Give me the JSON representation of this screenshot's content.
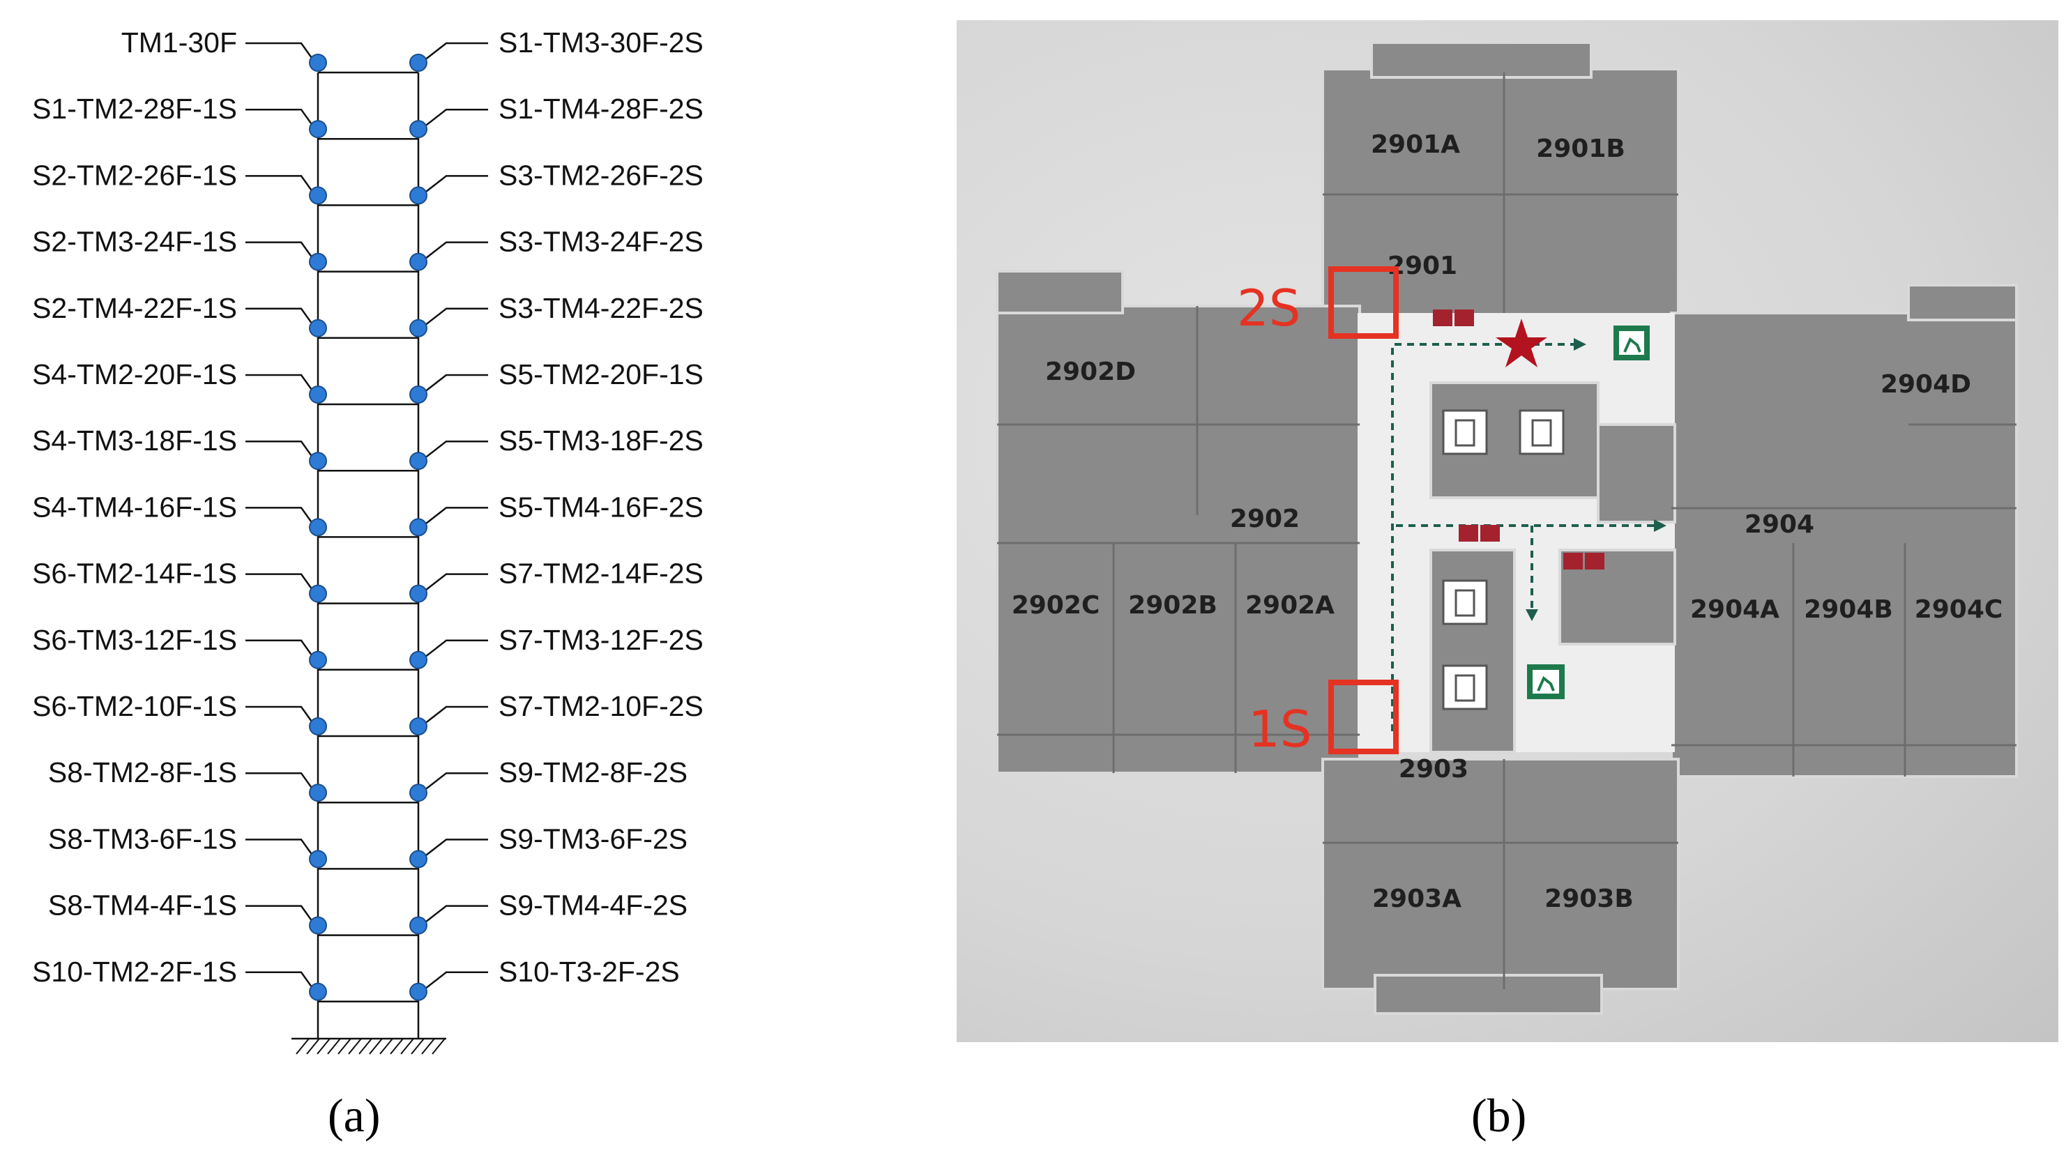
{
  "panel_a": {
    "left_labels": [
      "TM1-30F",
      "S1-TM2-28F-1S",
      "S2-TM2-26F-1S",
      "S2-TM3-24F-1S",
      "S2-TM4-22F-1S",
      "S4-TM2-20F-1S",
      "S4-TM3-18F-1S",
      "S4-TM4-16F-1S",
      "S6-TM2-14F-1S",
      "S6-TM3-12F-1S",
      "S6-TM2-10F-1S",
      "S8-TM2-8F-1S",
      "S8-TM3-6F-1S",
      "S8-TM4-4F-1S",
      "S10-TM2-2F-1S"
    ],
    "right_labels": [
      "S1-TM3-30F-2S",
      "S1-TM4-28F-2S",
      "S3-TM2-26F-2S",
      "S3-TM3-24F-2S",
      "S3-TM4-22F-2S",
      "S5-TM2-20F-1S",
      "S5-TM3-18F-2S",
      "S5-TM4-16F-2S",
      "S7-TM2-14F-2S",
      "S7-TM3-12F-2S",
      "S7-TM2-10F-2S",
      "S9-TM2-8F-2S",
      "S9-TM3-6F-2S",
      "S9-TM4-4F-2S",
      "S10-T3-2F-2S"
    ],
    "colors": {
      "sensor_dot": "#2e7bd6",
      "line": "#111111"
    },
    "caption": "(a)"
  },
  "panel_b": {
    "rooms": [
      "2901A",
      "2901B",
      "2901",
      "2902D",
      "2902",
      "2902C",
      "2902B",
      "2902A",
      "2904D",
      "2904",
      "2904A",
      "2904B",
      "2904C",
      "2903",
      "2903A",
      "2903B"
    ],
    "markers": [
      "2S",
      "1S"
    ],
    "colors": {
      "room_fill": "#8a8a8a",
      "corridor_fill": "#eeeeee",
      "marker": "#e53222",
      "route": "#1d5e4e",
      "exit_sign": "#1e7a4c",
      "fire_icon": "#a3222e",
      "star": "#b3121f"
    },
    "icons": [
      "star-icon",
      "exit-sign-icon",
      "fire-equipment-icon",
      "elevator-icon",
      "route-arrow-icon"
    ],
    "caption": "(b)"
  }
}
